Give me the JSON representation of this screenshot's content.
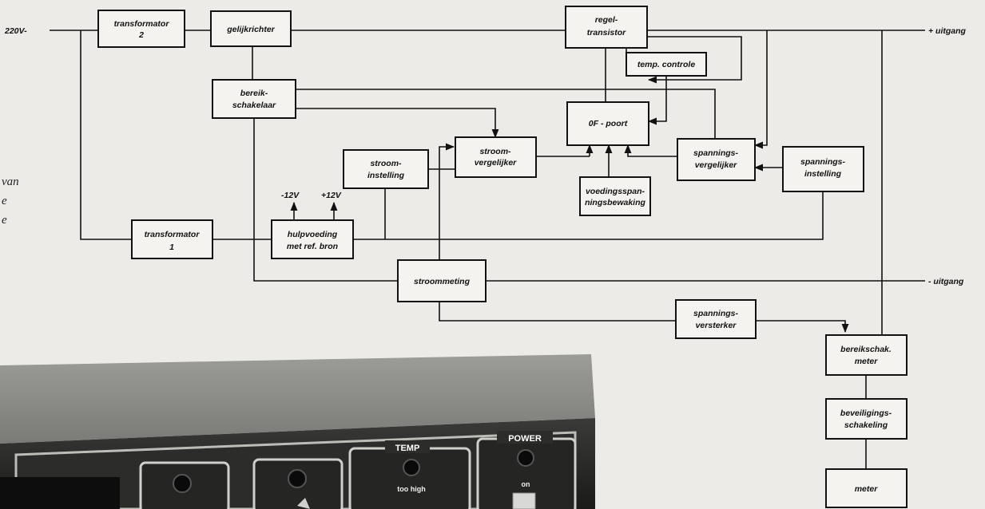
{
  "inputs": {
    "mains": "220V-"
  },
  "outputs": {
    "plus": "+ uitgang",
    "minus": "- uitgang"
  },
  "blocks": {
    "transformator2": [
      "transformator",
      "2"
    ],
    "gelijkrichter": [
      "gelijkrichter"
    ],
    "regeltransistor": [
      "regel-",
      "transistor"
    ],
    "tempcontrole": [
      "temp. controle"
    ],
    "bereikschakelaar": [
      "bereik-",
      "schakelaar"
    ],
    "ofpoort": [
      "0F - poort"
    ],
    "stroomvergelijker": [
      "stroom-",
      "vergelijker"
    ],
    "stroominstelling": [
      "stroom-",
      "instelling"
    ],
    "spanningsvergelijker": [
      "spannings-",
      "vergelijker"
    ],
    "spanningsinstelling": [
      "spannings-",
      "instelling"
    ],
    "voedingsspanningsbewaking": [
      "voedingsspan-",
      "ningsbewaking"
    ],
    "transformator1": [
      "transformator",
      "1"
    ],
    "hulpvoeding": [
      "hulpvoeding",
      "met ref. bron"
    ],
    "stroommeting": [
      "stroommeting"
    ],
    "spanningsversterker": [
      "spannings-",
      "versterker"
    ],
    "bereikschakmeter": [
      "bereikschak.",
      "meter"
    ],
    "beveiligingsschakeling": [
      "beveiligings-",
      "schakeling"
    ],
    "meter": [
      "meter"
    ]
  },
  "supply_labels": {
    "neg": "-12V",
    "pos": "+12V"
  },
  "caption_fragments": [
    "van",
    "e",
    "e"
  ],
  "photo_panel": {
    "temp": "TEMP",
    "power": "POWER",
    "too_high": "too high",
    "on": "on"
  }
}
